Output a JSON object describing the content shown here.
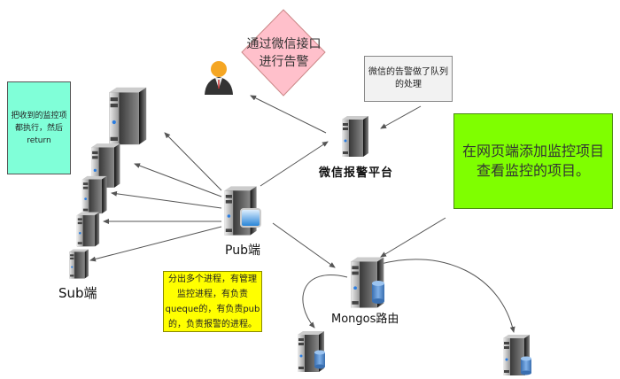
{
  "diagram": {
    "notes": {
      "sub_note": "把收到的监控项都执行，然后return",
      "queue_note": "微信的告警做了队列的处理",
      "web_note": "在网页端添加监控项目查看监控的项目。",
      "pub_note": "分出多个进程，有管理监控进程，有负责queque的，有负责pub的，负责报警的进程。",
      "alert_diamond": "通过微信接口进行告警"
    },
    "nodes": {
      "sub_label": "Sub端",
      "pub_label": "Pub端",
      "wechat_label": "微信报警平台",
      "mongos_label": "Mongos路由"
    },
    "icons": {
      "user": "user-icon",
      "server": "server-icon",
      "database": "database-icon",
      "monitor": "monitor-icon"
    },
    "colors": {
      "sub_note_bg": "#80ffd8",
      "queue_note_bg": "#f2f2f2",
      "web_note_bg": "#7fff00",
      "pub_note_bg": "#ffff00",
      "diamond_bg": "#ffc0cb",
      "arrow": "#555555"
    }
  }
}
